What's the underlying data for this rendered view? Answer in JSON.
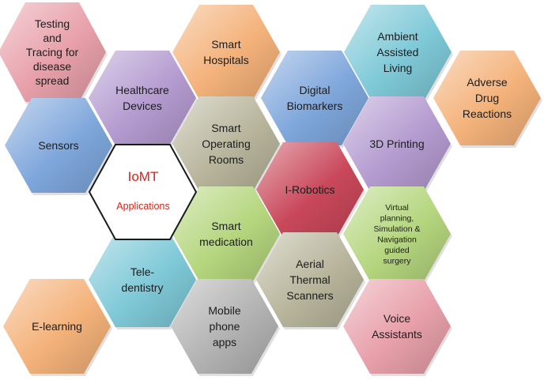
{
  "center": {
    "title": "IoMT",
    "subtitle": "Applications"
  },
  "hexagons": [
    {
      "id": "testing-tracing",
      "lines": [
        "Testing",
        "and",
        "Tracing for",
        "disease",
        "spread"
      ],
      "color": "#e8a0aa"
    },
    {
      "id": "healthcare-devices",
      "lines": [
        "Healthcare",
        "Devices"
      ],
      "color": "#b49bd0"
    },
    {
      "id": "smart-hospitals",
      "lines": [
        "Smart",
        "Hospitals"
      ],
      "color": "#f4b27a"
    },
    {
      "id": "digital-biomarkers",
      "lines": [
        "Digital",
        "Biomarkers"
      ],
      "color": "#7fa7dc"
    },
    {
      "id": "ambient-assisted-living",
      "lines": [
        "Ambient",
        "Assisted",
        "Living"
      ],
      "color": "#7fc9d8"
    },
    {
      "id": "adverse-drug-reactions",
      "lines": [
        "Adverse",
        "Drug",
        "Reactions"
      ],
      "color": "#f4b27a"
    },
    {
      "id": "sensors",
      "lines": [
        "Sensors"
      ],
      "color": "#7fa7dc"
    },
    {
      "id": "smart-operating-rooms",
      "lines": [
        "Smart",
        "Operating",
        "Rooms"
      ],
      "color": "#b8b59c"
    },
    {
      "id": "3d-printing",
      "lines": [
        "3D Printing"
      ],
      "color": "#b49bd0"
    },
    {
      "id": "i-robotics",
      "lines": [
        "I-Robotics"
      ],
      "color": "#c9485a"
    },
    {
      "id": "virtual-planning",
      "lines": [
        "Virtual",
        "planning,",
        "Simulation &",
        "Navigation",
        "guided",
        "surgery"
      ],
      "color": "#b5d67e"
    },
    {
      "id": "smart-medication",
      "lines": [
        "Smart",
        "medication"
      ],
      "color": "#b5d67e"
    },
    {
      "id": "tele-dentistry",
      "lines": [
        "Tele-",
        "dentistry"
      ],
      "color": "#7fc9d8"
    },
    {
      "id": "aerial-thermal-scanners",
      "lines": [
        "Aerial",
        "Thermal",
        "Scanners"
      ],
      "color": "#b8b59c"
    },
    {
      "id": "e-learning",
      "lines": [
        "E-learning"
      ],
      "color": "#f4b27a"
    },
    {
      "id": "mobile-phone-apps",
      "lines": [
        "Mobile",
        "phone",
        "apps"
      ],
      "color": "#b3b3b3"
    },
    {
      "id": "voice-assistants",
      "lines": [
        "Voice",
        "Assistants"
      ],
      "color": "#e8a0aa"
    }
  ]
}
